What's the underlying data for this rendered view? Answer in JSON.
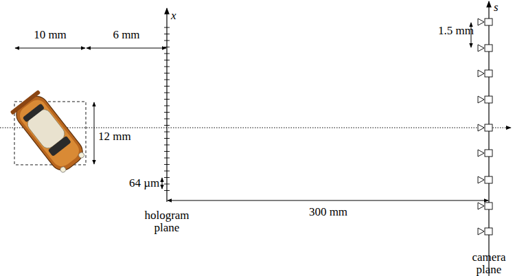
{
  "diagram": {
    "labels": [
      "x",
      "s",
      "10 mm",
      "6 mm",
      "12 mm",
      "64 µm",
      "hologram plane",
      "300 mm",
      "camera plane",
      "1.5 mm"
    ]
  }
}
